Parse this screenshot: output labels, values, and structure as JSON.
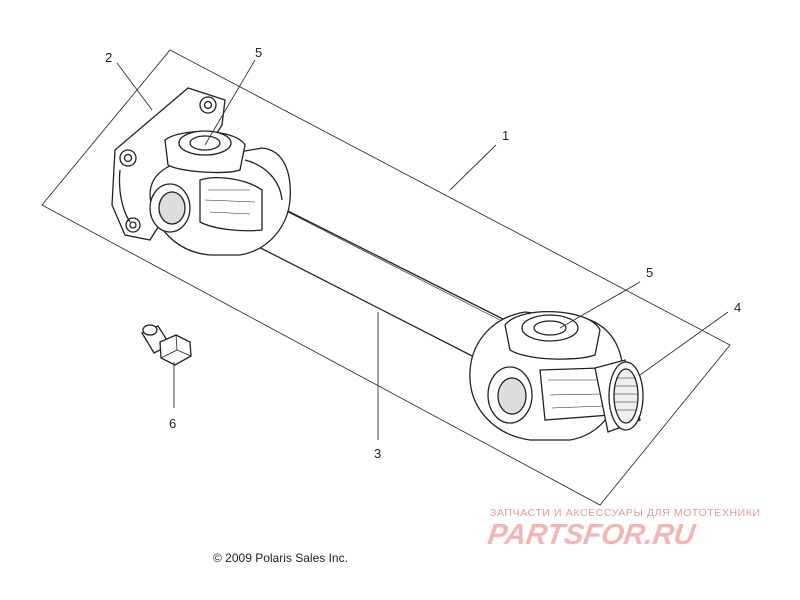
{
  "diagram": {
    "callouts": [
      "1",
      "2",
      "3",
      "4",
      "5",
      "5",
      "6"
    ]
  },
  "footer": {
    "copyright": "© 2009 Polaris Sales Inc."
  },
  "watermark": {
    "tagline": "ЗАПЧАСТИ И АКСЕССУАРЫ ДЛЯ МОТОТЕХНИКИ",
    "logo": "PARTSFOR.RU"
  },
  "colors": {
    "line": "#222222",
    "watermark": "#f2b6b6"
  }
}
